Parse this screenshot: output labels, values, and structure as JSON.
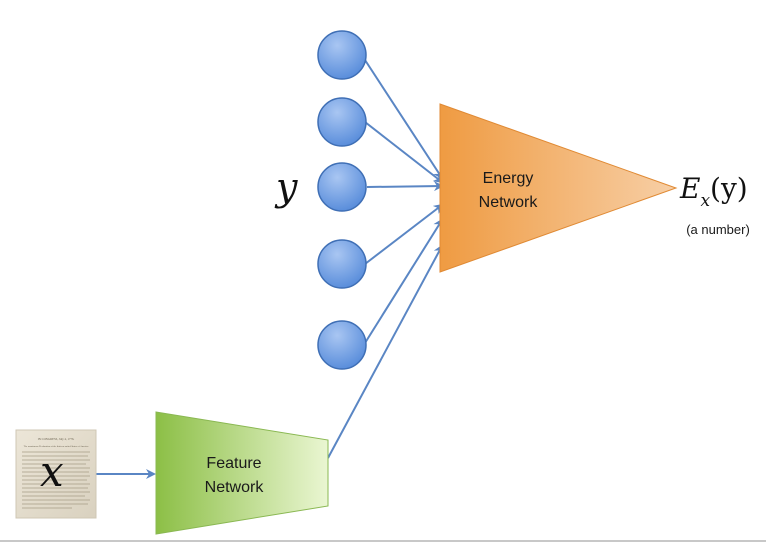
{
  "input": {
    "symbol": "x",
    "document_lines": [
      "IN CONGRESS, July 4, 1776.",
      "The unanimous Declaration of the thirteen united States of America"
    ]
  },
  "output_nodes": {
    "symbol": "y",
    "count": 5
  },
  "feature_network": {
    "line1": "Feature",
    "line2": "Network"
  },
  "energy_network": {
    "line1": "Energy",
    "line2": "Network"
  },
  "output": {
    "symbol_main": "E",
    "symbol_sub": "x",
    "symbol_arg": "(y)",
    "note": "(a number)"
  },
  "colors": {
    "node_fill_top": "#9dbcef",
    "node_fill_bottom": "#4f86d8",
    "node_stroke": "#3f6fb5",
    "arrow": "#5a86c4",
    "energy_left": "#f0a04a",
    "energy_right": "#f6c79a",
    "feature_left": "#8ec04a",
    "feature_right": "#e6f3c8"
  }
}
